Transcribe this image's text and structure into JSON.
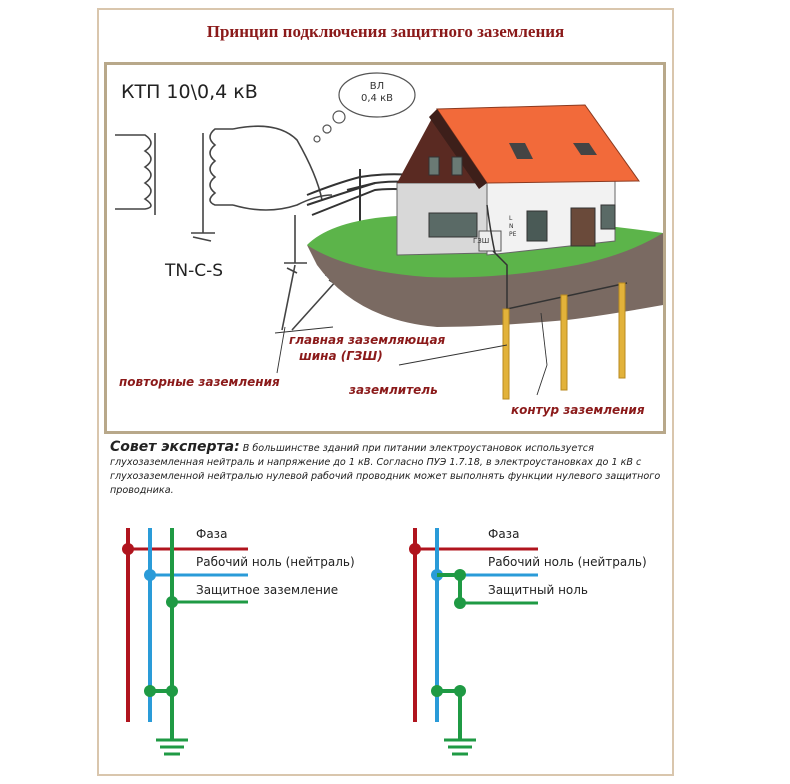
{
  "title": "Принцип подключения защитного заземления",
  "illustration": {
    "ktp_label": "КТП 10\\0,4 кВ",
    "system_label": "TN-C-S",
    "cloud_line1": "ВЛ",
    "cloud_line2": "0,4 кВ",
    "gzsh_line1": "главная заземляющая",
    "gzsh_line2": "шина  (ГЗШ)",
    "repeat_ground": "повторные заземления",
    "electrode": "заземлитель",
    "ground_loop": "контур заземления",
    "panel_tag": "ГЗШ",
    "panel_l": "L",
    "panel_n": "N",
    "panel_pe": "PE"
  },
  "advice": {
    "heading": "Совет эксперта:",
    "text": "В большинстве зданий при питании электроустановок используется глухозаземленная нейтраль и напряжение до 1 кВ. Согласно ПУЭ 1.7.18, в электроустановках до 1 кВ с глухозаземленной нейтралью нулевой рабочий проводник может выполнять функции нулевого защитного проводника."
  },
  "wiring_left": {
    "phase": "Фаза",
    "neutral": "Рабочий ноль (нейтраль)",
    "protective": "Защитное заземление"
  },
  "wiring_right": {
    "phase": "Фаза",
    "neutral": "Рабочий ноль (нейтраль)",
    "protective": "Защитный ноль"
  },
  "colors": {
    "title": "#8b1a1a",
    "phase": "#b0141e",
    "neutral": "#2a9bd8",
    "protective": "#1f9a44",
    "roof": "#f26a3a",
    "grass": "#5cb44a",
    "soil": "#7a6a62",
    "rod": "#e2b23a"
  }
}
